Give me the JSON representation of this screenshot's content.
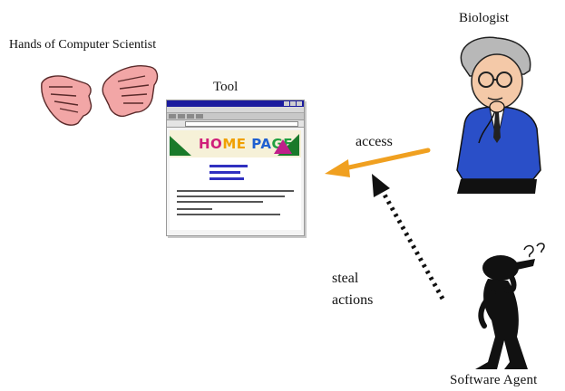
{
  "labels": {
    "hands": "Hands of Computer Scientist",
    "tool": "Tool",
    "biologist": "Biologist",
    "access": "access",
    "steal_line1": "steal",
    "steal_line2": "actions",
    "agent": "Software Agent"
  },
  "tool_window": {
    "banner_parts": [
      "HO",
      "ME ",
      "PA",
      "GE"
    ]
  },
  "icons": {
    "hands": "open-hands-icon",
    "biologist": "biologist-figure-icon",
    "agent": "thinking-agent-silhouette-icon",
    "access_arrow": "arrow-left-icon",
    "steal_arrow": "dotted-arrow-icon"
  },
  "colors": {
    "access_arrow": "#f0a020",
    "steal_arrow": "#111111",
    "hands": "#f2a6a6",
    "suit": "#2a4fc8"
  }
}
